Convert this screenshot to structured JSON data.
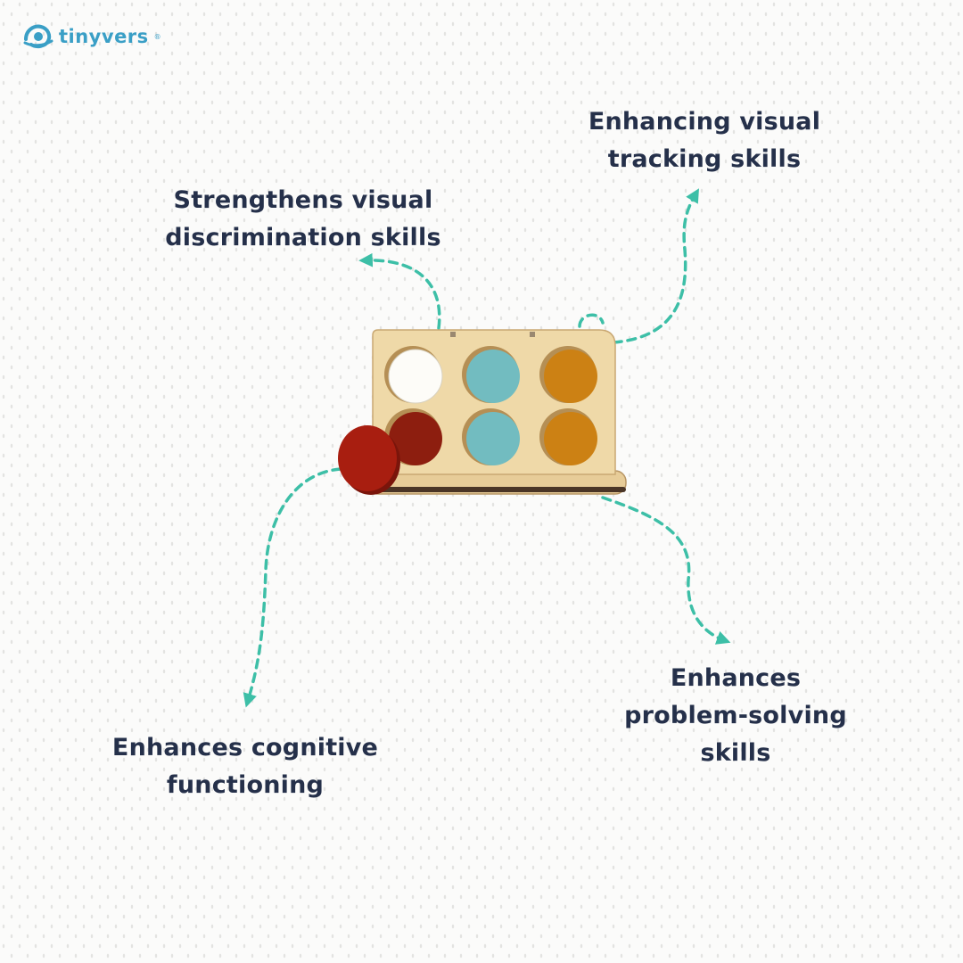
{
  "brand": {
    "name": "tinyvers",
    "registered": "®",
    "colors": {
      "logo": "#3a9fc6",
      "text": "#25304a",
      "arrow": "#3dbfa7"
    }
  },
  "benefits": [
    {
      "line1": "Enhancing visual",
      "line2": "tracking skills",
      "line3": ""
    },
    {
      "line1": "Strengthens visual",
      "line2": "discrimination skills",
      "line3": ""
    },
    {
      "line1": "Enhances",
      "line2": "problem-solving",
      "line3": "skills"
    },
    {
      "line1": "Enhances cognitive",
      "line2": "functioning",
      "line3": ""
    }
  ],
  "product": {
    "discs": [
      "#fdfcf8",
      "#72bcc0",
      "#cc8114",
      "#8d1e0f",
      "#72bcc0",
      "#cc8114"
    ],
    "loose_disc": "#a81e10",
    "board_color": "#efd9a8"
  }
}
